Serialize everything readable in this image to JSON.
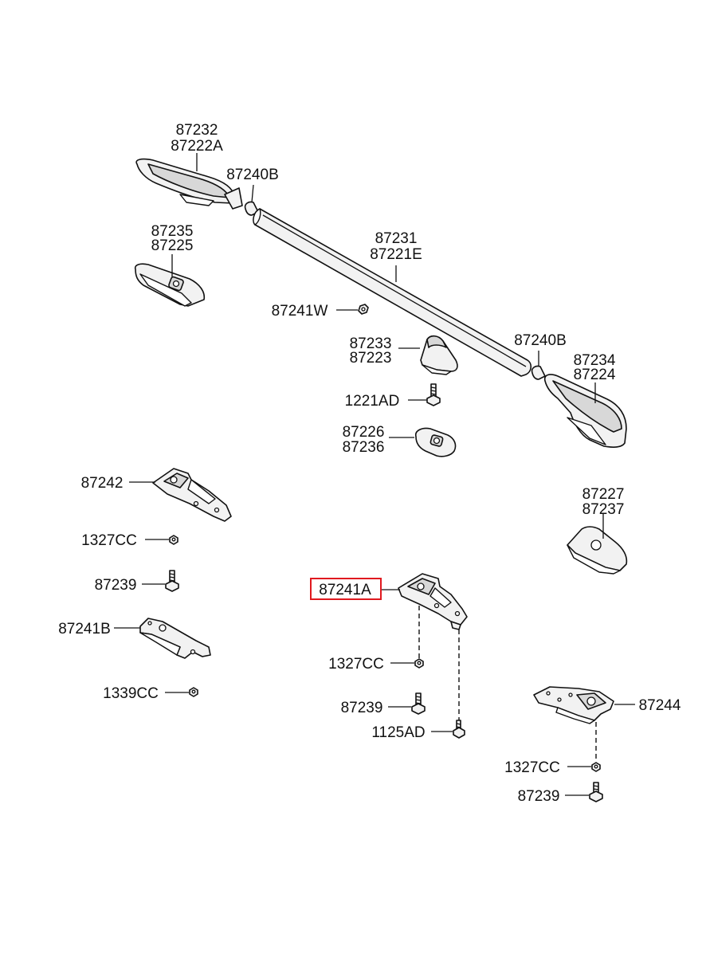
{
  "labels": {
    "l87232": "87232",
    "l87222A": "87222A",
    "l87240B_1": "87240B",
    "l87235": "87235",
    "l87225": "87225",
    "l87231": "87231",
    "l87221E": "87221E",
    "l87241W": "87241W",
    "l87233": "87233",
    "l87223": "87223",
    "l87240B_2": "87240B",
    "l87234": "87234",
    "l87224": "87224",
    "l1221AD": "1221AD",
    "l87226": "87226",
    "l87236": "87236",
    "l87242": "87242",
    "l87227": "87227",
    "l87237": "87237",
    "l1327CC_1": "1327CC",
    "l87239_1": "87239",
    "l87241A": "87241A",
    "l87241B": "87241B",
    "l1327CC_2": "1327CC",
    "l1339CC": "1339CC",
    "l87239_2": "87239",
    "l1125AD": "1125AD",
    "l87244": "87244",
    "l1327CC_3": "1327CC",
    "l87239_3": "87239"
  },
  "highlight": {
    "label": "87241A",
    "color": "#e0191f"
  }
}
